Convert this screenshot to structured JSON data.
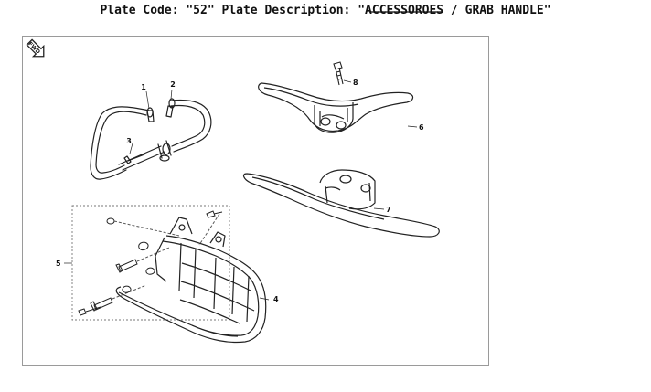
{
  "header": {
    "plate_code_label": "Plate Code:",
    "plate_code_value": "\"52\"",
    "plate_description_label": "Plate Description:",
    "plate_description_value": "\"ACCESSOROES / GRAB HANDLE\""
  },
  "orientation_badge": {
    "icon": "fwd-arrow-icon",
    "text": "FWD"
  },
  "callouts": [
    "1",
    "2",
    "3",
    "4",
    "5",
    "6",
    "7",
    "8"
  ],
  "colors": {
    "line": "#222222",
    "frame": "#9a9a9a",
    "dash": "#777777"
  }
}
